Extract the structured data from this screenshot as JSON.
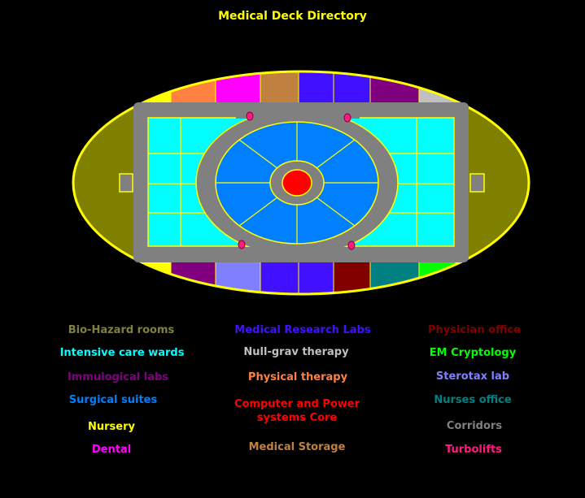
{
  "title": "Medical Deck Directory",
  "colors": {
    "background": "#000000",
    "outline": "#ffff00",
    "corridor": "#808080",
    "hull_ends": "#808000",
    "wards": "#00ffff",
    "surgical": "#0080ff",
    "core": "#ff0000",
    "turbolift": "#ff1a80"
  },
  "top_sectors": [
    {
      "color": "#ffff00"
    },
    {
      "color": "#ff8040"
    },
    {
      "color": "#ff00ff"
    },
    {
      "color": "#c08040"
    },
    {
      "color": "#4010ff"
    },
    {
      "color": "#4010ff"
    },
    {
      "color": "#800080"
    },
    {
      "color": "#c0c0c0"
    },
    {
      "color": "#ffff00"
    }
  ],
  "bottom_sectors": [
    {
      "color": "#ffff00"
    },
    {
      "color": "#800080"
    },
    {
      "color": "#8080ff"
    },
    {
      "color": "#4010ff"
    },
    {
      "color": "#4010ff"
    },
    {
      "color": "#800000"
    },
    {
      "color": "#008080"
    },
    {
      "color": "#00ff00"
    },
    {
      "color": "#ffff00"
    }
  ],
  "legend": [
    {
      "label": "Bio-Hazard rooms",
      "color": "#808040"
    },
    {
      "label": "Medical Research Labs",
      "color": "#4010ff"
    },
    {
      "label": "Physician office",
      "color": "#800000"
    },
    {
      "label": "Intensive care wards",
      "color": "#00ffff"
    },
    {
      "label": "Null-grav therapy",
      "color": "#c0c0c0"
    },
    {
      "label": "EM Cryptology",
      "color": "#00ff00"
    },
    {
      "label": "Immulogical labs",
      "color": "#800080"
    },
    {
      "label": "Physical therapy",
      "color": "#ff8040"
    },
    {
      "label": "Sterotax lab",
      "color": "#8080ff"
    },
    {
      "label": "Surgical suites",
      "color": "#0080ff"
    },
    {
      "label": "Computer and Power systems Core",
      "color": "#ff0000"
    },
    {
      "label": "Nurses office",
      "color": "#008080"
    },
    {
      "label": "Nursery",
      "color": "#ffff00"
    },
    {
      "label": "Corridors",
      "color": "#808080"
    },
    {
      "label": "Dental",
      "color": "#ff00ff"
    },
    {
      "label": "Medical Storage",
      "color": "#c08040"
    },
    {
      "label": "Turbolifts",
      "color": "#ff1a80"
    }
  ]
}
